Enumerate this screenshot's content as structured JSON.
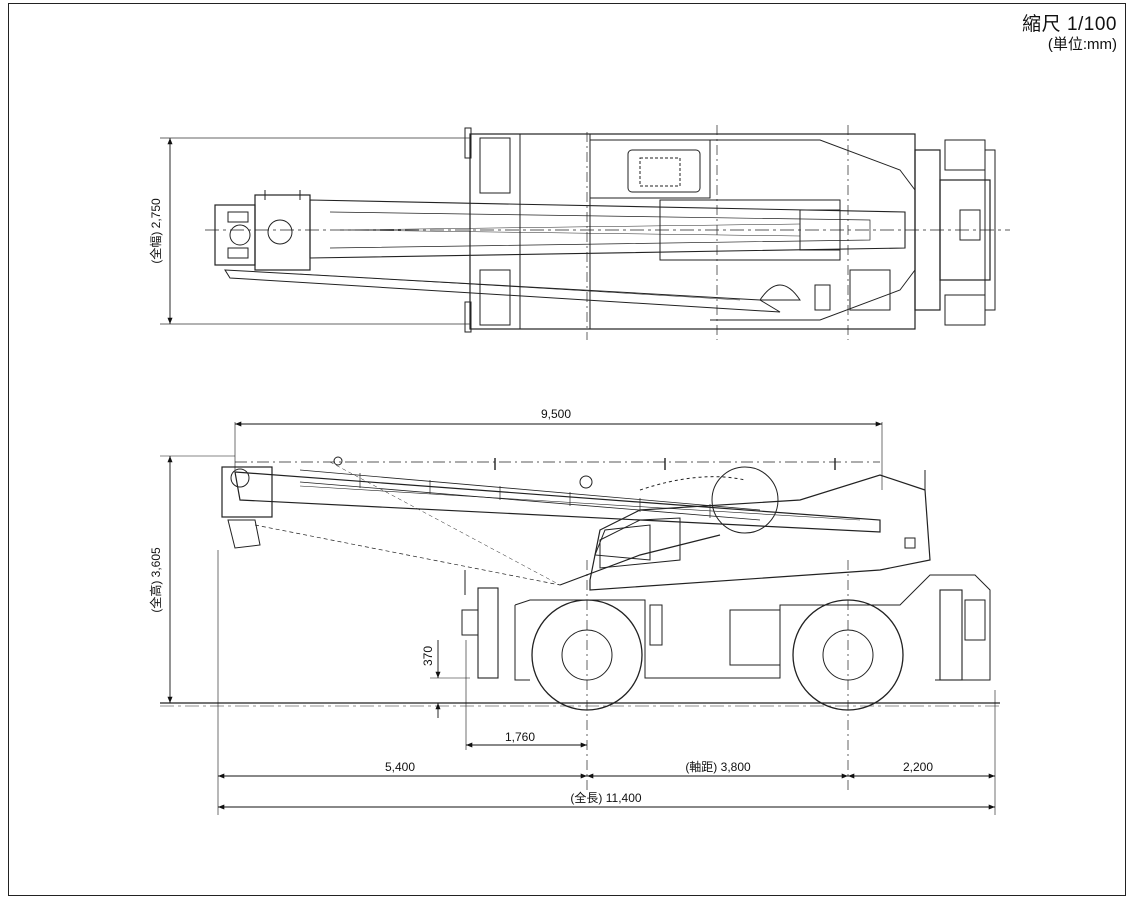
{
  "header": {
    "scale": "縮尺 1/100",
    "unit": "(単位:mm)"
  },
  "top_view": {
    "width_dim": "(全幅) 2,750"
  },
  "side_view": {
    "boom_dim": "9,500",
    "height_dim": "(全高) 3,605",
    "ground_clearance_dim": "370",
    "front_overhang_dim": "1,760",
    "front_len_dim": "5,400",
    "wheelbase_dim": "(軸距) 3,800",
    "rear_overhang_dim": "2,200",
    "overall_length_dim": "(全長) 11,400"
  }
}
